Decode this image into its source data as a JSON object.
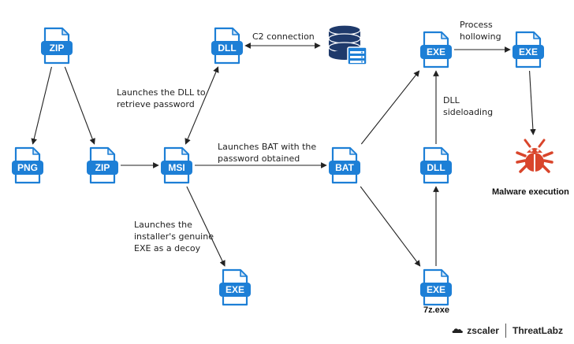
{
  "colors": {
    "file_blue": "#1d7fd6",
    "file_blue_light": "#cfe4f7",
    "db_navy": "#1f3a6b",
    "malware_red": "#d9452b",
    "line": "#222222"
  },
  "nodes": [
    {
      "id": "zip-top",
      "label": "ZIP",
      "icon": "file-icon"
    },
    {
      "id": "png",
      "label": "PNG",
      "icon": "file-icon"
    },
    {
      "id": "zip-mid",
      "label": "ZIP",
      "icon": "file-icon"
    },
    {
      "id": "msi",
      "label": "MSI",
      "icon": "file-icon"
    },
    {
      "id": "dll-top",
      "label": "DLL",
      "icon": "file-icon"
    },
    {
      "id": "exe-decoy",
      "label": "EXE",
      "icon": "file-icon"
    },
    {
      "id": "database",
      "label": "",
      "icon": "database-icon"
    },
    {
      "id": "bat",
      "label": "BAT",
      "icon": "file-icon"
    },
    {
      "id": "exe-top",
      "label": "EXE",
      "icon": "file-icon"
    },
    {
      "id": "exe-hollowed",
      "label": "EXE",
      "icon": "file-icon"
    },
    {
      "id": "dll-side",
      "label": "DLL",
      "icon": "file-icon"
    },
    {
      "id": "exe-7z",
      "label": "EXE",
      "icon": "file-icon"
    },
    {
      "id": "malware",
      "label": "",
      "icon": "bug-icon"
    }
  ],
  "edges": [
    {
      "from": "zip-top",
      "to": "png"
    },
    {
      "from": "zip-top",
      "to": "zip-mid"
    },
    {
      "from": "zip-mid",
      "to": "msi"
    },
    {
      "from": "msi",
      "to": "dll-top",
      "both": true
    },
    {
      "from": "dll-top",
      "to": "database",
      "both": true
    },
    {
      "from": "msi",
      "to": "bat"
    },
    {
      "from": "msi",
      "to": "exe-decoy"
    },
    {
      "from": "bat",
      "to": "exe-top"
    },
    {
      "from": "bat",
      "to": "exe-7z"
    },
    {
      "from": "exe-7z",
      "to": "dll-side"
    },
    {
      "from": "dll-side",
      "to": "exe-top"
    },
    {
      "from": "exe-top",
      "to": "exe-hollowed"
    },
    {
      "from": "exe-hollowed",
      "to": "malware"
    }
  ],
  "labels": {
    "c2": "C2 connection",
    "launch_dll_1": "Launches the DLL to",
    "launch_dll_2": "retrieve password",
    "launch_bat_1": "Launches BAT with the",
    "launch_bat_2": "password obtained",
    "decoy_1": "Launches the",
    "decoy_2": "installer's genuine",
    "decoy_3": "EXE as a decoy",
    "hollow_1": "Process",
    "hollow_2": "hollowing",
    "sideload_1": "DLL",
    "sideload_2": "sideloading",
    "malware_exec": "Malware execution",
    "seven_z": "7z.exe"
  },
  "footer": {
    "brand": "zscaler",
    "lab": "ThreatLabz"
  }
}
